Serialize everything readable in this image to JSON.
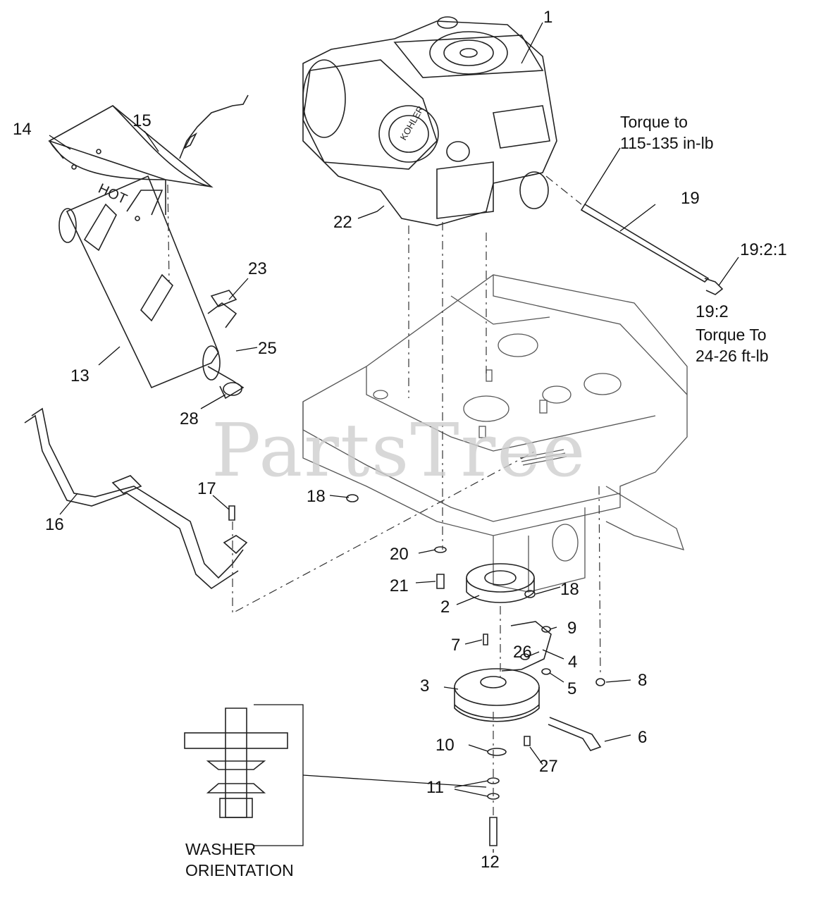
{
  "watermark": "PartsTree",
  "callouts": [
    {
      "id": "1",
      "text": "1"
    },
    {
      "id": "2",
      "text": "2"
    },
    {
      "id": "3",
      "text": "3"
    },
    {
      "id": "4",
      "text": "4"
    },
    {
      "id": "5",
      "text": "5"
    },
    {
      "id": "6",
      "text": "6"
    },
    {
      "id": "7",
      "text": "7"
    },
    {
      "id": "8",
      "text": "8"
    },
    {
      "id": "9",
      "text": "9"
    },
    {
      "id": "10",
      "text": "10"
    },
    {
      "id": "11",
      "text": "11"
    },
    {
      "id": "12",
      "text": "12"
    },
    {
      "id": "13",
      "text": "13"
    },
    {
      "id": "14",
      "text": "14"
    },
    {
      "id": "15",
      "text": "15"
    },
    {
      "id": "16",
      "text": "16"
    },
    {
      "id": "17",
      "text": "17"
    },
    {
      "id": "18a",
      "text": "18"
    },
    {
      "id": "18b",
      "text": "18"
    },
    {
      "id": "19",
      "text": "19"
    },
    {
      "id": "19-2-1",
      "text": "19:2:1"
    },
    {
      "id": "19-2",
      "text": "19:2"
    },
    {
      "id": "20",
      "text": "20"
    },
    {
      "id": "21",
      "text": "21"
    },
    {
      "id": "22",
      "text": "22"
    },
    {
      "id": "23",
      "text": "23"
    },
    {
      "id": "25",
      "text": "25"
    },
    {
      "id": "26",
      "text": "26"
    },
    {
      "id": "27",
      "text": "27"
    },
    {
      "id": "28",
      "text": "28"
    }
  ],
  "notes": {
    "torque_shaft_line1": "Torque to",
    "torque_shaft_line2": "115-135 in-lb",
    "torque_bolt_line1": "Torque To",
    "torque_bolt_line2": "24-26 ft-lb",
    "washer_line1": "WASHER",
    "washer_line2": "ORIENTATION"
  },
  "part_markings": {
    "heat_shield": "HOT",
    "engine_brand": "KOHLER"
  }
}
